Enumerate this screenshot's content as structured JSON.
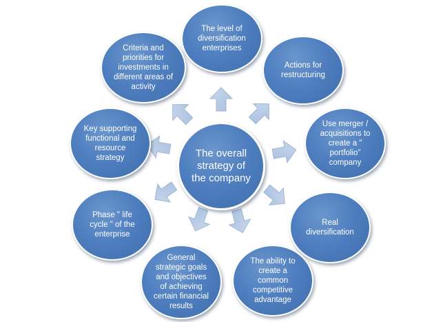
{
  "diagram": {
    "center": {
      "label": "The overall strategy of the company"
    },
    "nodes": [
      {
        "id": "diversification-level",
        "label": "The level of diversification enterprises"
      },
      {
        "id": "restructuring",
        "label": "Actions for restructuring"
      },
      {
        "id": "merger-acquisitions",
        "label": "Use merger / acquisitions to create a \" portfolio\" company"
      },
      {
        "id": "real-diversification",
        "label": "Real diversification"
      },
      {
        "id": "competitive-advantage",
        "label": "The ability to create a common competitive advantage"
      },
      {
        "id": "strategic-goals",
        "label": "General strategic goals and objectives of achieving certain financial results"
      },
      {
        "id": "life-cycle",
        "label": "Phase \" life cycle \" of the enterprise"
      },
      {
        "id": "supporting-strategy",
        "label": "Key supporting functional and resource strategy"
      },
      {
        "id": "investment-criteria",
        "label": "Criteria and priorities for investments in different areas of activity"
      }
    ],
    "colors": {
      "node_fill": "#4f7fc0",
      "node_border": "#ffffff",
      "arrow_fill": "#b8cbe4",
      "arrow_stroke": "#9fb6d6",
      "text": "#ffffff"
    }
  }
}
